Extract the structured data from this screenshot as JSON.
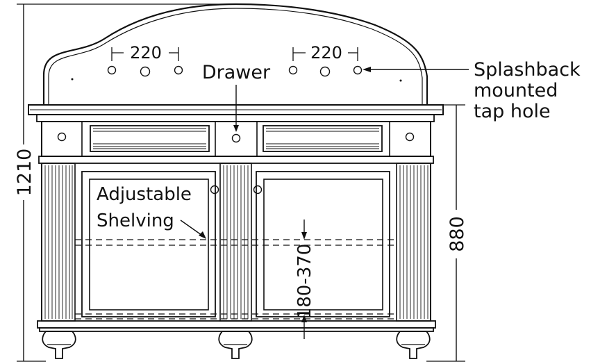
{
  "dimensions": {
    "tap_spacing_left": "220",
    "tap_spacing_right": "220",
    "overall_height": "1210",
    "body_height": "880",
    "shelf_range": "180-370"
  },
  "labels": {
    "drawer": "Drawer",
    "splashback_line1": "Splashback",
    "splashback_line2": "mounted",
    "splashback_line3": "tap hole",
    "shelving_line1": "Adjustable",
    "shelving_line2": "Shelving"
  },
  "colors": {
    "line": "#111111",
    "background": "#ffffff"
  }
}
